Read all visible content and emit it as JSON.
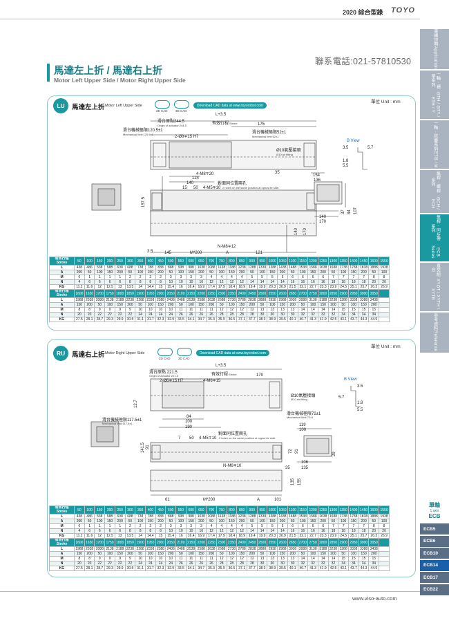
{
  "header": {
    "year_catalog": "2020 綜合型錄",
    "brand": "TOYO",
    "phone": "聯系電話:021-57810530"
  },
  "page": {
    "title_cn": "馬達左上折 / 馬達右上折",
    "title_en": "Motor Left Upper Side / Motor Right Upper Side",
    "unit": "單位 Unit : mm"
  },
  "sections": [
    {
      "badge": "LU",
      "title_cn": "馬達左上折",
      "title_en": "Motor Left Upper Side",
      "cad2d": "2D CAD",
      "cad3d": "3D CAD",
      "download": "Download CAD data at www.toyorobot.com",
      "labels": {
        "l35": "L+3.5",
        "origin": "滑台原點244.5",
        "origin_en": "Origin of actuator:244.5",
        "stroke": "有效行程",
        "stroke_en": "Stroke",
        "stroke_val": "175",
        "mech_l": "滑台機械極限120.5±1",
        "mech_l_en": "Mechanical limit:120.5±1",
        "mech_r": "滑台機械極限52±1",
        "mech_r_en": "Mechanical limit:52±1",
        "hole": "2-Ø8∓15 H7",
        "air": "Ø10氣壓接頭",
        "air_en": "Ø10 air fitting",
        "m8": "4-M8∓20",
        "d124": "124",
        "d140": "140",
        "d35": "35",
        "d15": "15",
        "d50": "50",
        "m5": "4-M5∓10",
        "same": "對面同位置兩孔",
        "same_en": "2 holes on the same position at oppos ite side.",
        "d157": "157.5",
        "d140b": "140",
        "d170": "170",
        "d35b": "3.5",
        "d145": "145",
        "m200": "M*200",
        "d121": "121",
        "nm8": "N-M8∓12",
        "a": "A",
        "bview": "B View",
        "b35": "3.5",
        "b57": "5.7",
        "b18": "1.8",
        "b55": "5.5",
        "b154": "154",
        "b136": "136",
        "b140": "140",
        "b170": "170",
        "b37": "37",
        "b84": "84",
        "b107": "107"
      }
    },
    {
      "badge": "RU",
      "title_cn": "馬達右上折",
      "title_en": "Motor Right Upper Side",
      "cad2d": "2D CAD",
      "cad3d": "3D CAD",
      "download": "Download CAD data at www.toyorobot.com",
      "labels": {
        "l35": "L+3.5",
        "origin": "滑台原點 221.5",
        "origin_en": "Origin of actuator:221.5",
        "stroke": "有效行程",
        "stroke_en": "Stroke",
        "stroke_val": "170",
        "hole": "2-Ø6∓15 H7",
        "m6": "4-M6∓15",
        "air": "Ø10氣壓接頭",
        "air_en": "Ø10 air fitting",
        "mech_r": "滑台機械極限72±1",
        "mech_r_en": "Mechanical limit:72±1",
        "mech_l": "滑台機械極限117.5±1",
        "mech_l_en": "Mechanical limit:117.5±1",
        "d127": "12.7",
        "d84": "84",
        "d100": "100",
        "d190": "190",
        "d119": "119",
        "d100b": "100",
        "d7": "7",
        "d50": "50",
        "m5": "4-M5∓10",
        "same": "對面同位置兩孔",
        "same_en": "2 holes on the same position at oppos ite side.",
        "d1415": "141.5",
        "d91": "91",
        "d72": "72",
        "d91b": "91",
        "d106": "106",
        "d135": "135",
        "d29": "29",
        "nm6": "N-M6∓10",
        "d35": "35",
        "d135b": "135",
        "d155": "155",
        "d61": "61",
        "m200": "M*200",
        "a": "A",
        "d101": "101",
        "bview": "B View",
        "b35": "3.5",
        "b57": "5.7",
        "b18": "1.8",
        "b55": "5.5"
      }
    }
  ],
  "tables": {
    "stroke_label": "有效行程",
    "stroke_label_en": "Stroke",
    "row_labels": [
      "L",
      "A",
      "M",
      "N",
      "KG"
    ],
    "strokes_a": [
      "50",
      "100",
      "150",
      "200",
      "250",
      "300",
      "350",
      "400",
      "450",
      "500",
      "550",
      "600",
      "650",
      "700",
      "750",
      "800",
      "850",
      "900",
      "950",
      "1000",
      "1050",
      "1100",
      "1150",
      "1200",
      "1250",
      "1300",
      "1350",
      "1400",
      "1450",
      "1500",
      "1550"
    ],
    "L_a": [
      "438",
      "486",
      "538",
      "588",
      "638",
      "688",
      "738",
      "788",
      "838",
      "888",
      "938",
      "988",
      "1038",
      "1088",
      "1138",
      "1188",
      "1238",
      "1288",
      "1338",
      "1388",
      "1438",
      "1488",
      "1538",
      "1588",
      "1638",
      "1688",
      "1738",
      "1788",
      "1838",
      "1888",
      "1938"
    ],
    "A_a": [
      "200",
      "50",
      "100",
      "150",
      "200",
      "50",
      "100",
      "150",
      "200",
      "50",
      "100",
      "150",
      "200",
      "50",
      "100",
      "150",
      "200",
      "50",
      "100",
      "150",
      "200",
      "50",
      "100",
      "150",
      "200",
      "50",
      "100",
      "150",
      "200",
      "50",
      "100"
    ],
    "M_a": [
      "0",
      "1",
      "1",
      "1",
      "1",
      "2",
      "2",
      "2",
      "2",
      "3",
      "3",
      "3",
      "3",
      "4",
      "4",
      "4",
      "4",
      "5",
      "5",
      "5",
      "5",
      "6",
      "6",
      "6",
      "6",
      "7",
      "7",
      "7",
      "7",
      "8",
      "8"
    ],
    "N_a": [
      "4",
      "6",
      "6",
      "6",
      "6",
      "8",
      "8",
      "8",
      "8",
      "10",
      "10",
      "10",
      "10",
      "12",
      "12",
      "12",
      "12",
      "14",
      "14",
      "14",
      "14",
      "16",
      "16",
      "16",
      "16",
      "18",
      "18",
      "18",
      "18",
      "20",
      "20"
    ],
    "KG_a": [
      "11.2",
      "11.6",
      "12",
      "12.5",
      "13",
      "13.5",
      "14",
      "14.4",
      "15",
      "15.4",
      "16",
      "16.4",
      "16.9",
      "17.4",
      "17.9",
      "18.4",
      "18.9",
      "19.4",
      "19.9",
      "20.3",
      "20.9",
      "21.5",
      "22.1",
      "22.7",
      "23.3",
      "23.9",
      "24.5",
      "25.1",
      "25.7",
      "26.3",
      "26.9"
    ],
    "strokes_b": [
      "1600",
      "1650",
      "1700",
      "1750",
      "1800",
      "1850",
      "1900",
      "1950",
      "2000",
      "2050",
      "2100",
      "2150",
      "2200",
      "2250",
      "2300",
      "2350",
      "2400",
      "2450",
      "2500",
      "2550",
      "2600",
      "2650",
      "2700",
      "2750",
      "2800",
      "2850",
      "2900",
      "2950",
      "3000",
      "3050"
    ],
    "L_b": [
      "1988",
      "2038",
      "2088",
      "2138",
      "2188",
      "2238",
      "2288",
      "2338",
      "2388",
      "2438",
      "2488",
      "2538",
      "2588",
      "2638",
      "2688",
      "2738",
      "2788",
      "2838",
      "2888",
      "2938",
      "2988",
      "3038",
      "3088",
      "3138",
      "3188",
      "3238",
      "3288",
      "3338",
      "3388",
      "3438"
    ],
    "A_b": [
      "150",
      "200",
      "50",
      "100",
      "150",
      "200",
      "50",
      "100",
      "150",
      "200",
      "50",
      "100",
      "150",
      "200",
      "50",
      "100",
      "150",
      "200",
      "50",
      "100",
      "150",
      "200",
      "50",
      "100",
      "150",
      "200",
      "50",
      "100",
      "150",
      "200"
    ],
    "M_b": [
      "8",
      "8",
      "9",
      "9",
      "9",
      "9",
      "10",
      "10",
      "10",
      "10",
      "11",
      "11",
      "11",
      "11",
      "12",
      "12",
      "12",
      "12",
      "13",
      "13",
      "13",
      "13",
      "14",
      "14",
      "14",
      "14",
      "15",
      "15",
      "15",
      "15"
    ],
    "N_b": [
      "20",
      "20",
      "22",
      "22",
      "22",
      "22",
      "24",
      "24",
      "24",
      "24",
      "26",
      "26",
      "26",
      "26",
      "28",
      "28",
      "28",
      "28",
      "30",
      "30",
      "30",
      "30",
      "32",
      "32",
      "32",
      "32",
      "34",
      "34",
      "34",
      "34"
    ],
    "KG_b1": [
      "27.5",
      "28.1",
      "28.7",
      "29.3",
      "29.9",
      "30.5",
      "31.1",
      "31.7",
      "32.3",
      "32.9",
      "33.5",
      "34.1",
      "34.7",
      "35.3",
      "35.9",
      "36.5",
      "37.1",
      "37.7",
      "38.3",
      "38.9",
      "39.5",
      "40.1",
      "40.7",
      "41.3",
      "41.9",
      "42.5",
      "43.1",
      "43.7",
      "44.3",
      "44.9"
    ],
    "KG_b2": [
      "27.5",
      "28.1",
      "28.7",
      "29.3",
      "29.9",
      "30.5",
      "31.1",
      "31.7",
      "32.3",
      "32.9",
      "33.5",
      "34.1",
      "34.7",
      "35.3",
      "35.9",
      "36.5",
      "37.1",
      "37.7",
      "38.3",
      "38.9",
      "39.5",
      "40.1",
      "40.7",
      "41.3",
      "41.9",
      "42.5",
      "43.1",
      "43.7",
      "44.3",
      "44.9"
    ]
  },
  "sidebar": {
    "tabs": [
      {
        "cn": "導讀説明",
        "en": "Application"
      },
      {
        "cn": "一軸 · 標準系列",
        "en": "GTH / GTY / ETH / Y"
      },
      {
        "cn": "一軸 · 防塵系列",
        "en": "ETB / M"
      },
      {
        "cn": "無桿 · 螺桿系列",
        "en": "GCH / ECH"
      },
      {
        "cn": "無桿 · 同步帶系列",
        "en": "ECB Series"
      },
      {
        "cn": "直交組合",
        "en": "XYOT / XYTH / XYTB"
      },
      {
        "cn": "參考資料",
        "en": "Reference"
      }
    ],
    "axis_cn": "單軸",
    "axis_en": "1 axis",
    "axis_code": "ECB",
    "models": [
      "ECB5",
      "ECB6",
      "ECB10",
      "ECB14",
      "ECB17",
      "ECB22"
    ],
    "active_model": "ECB14"
  },
  "footer": {
    "url": "www.viso-auto.com"
  },
  "colors": {
    "accent": "#1a9aa0",
    "sidebar_active": "#1a9aa0",
    "sidebar_inactive": "#aab4c0",
    "bview": "#1d6fb8"
  }
}
